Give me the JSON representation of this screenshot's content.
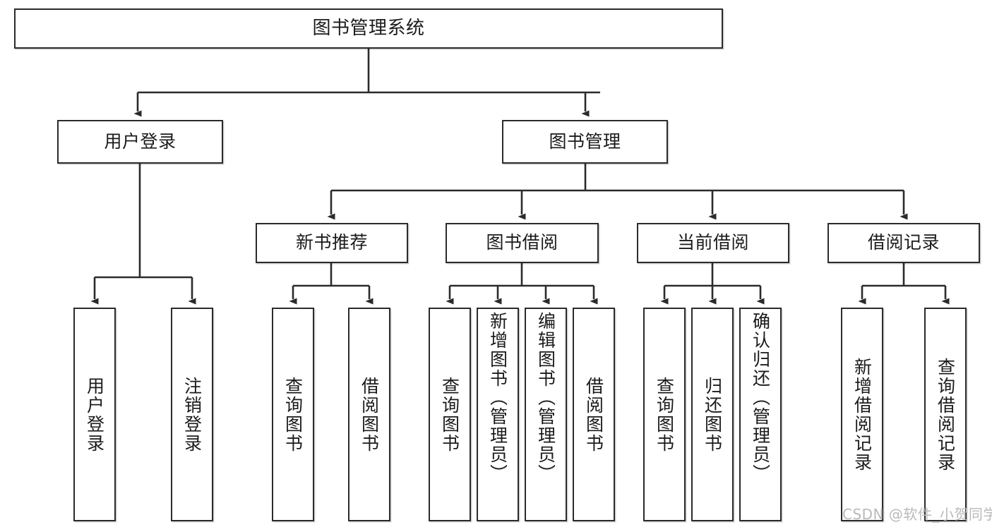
{
  "diagram": {
    "title": "图书管理系统",
    "type": "tree",
    "watermark": "CSDN @软件_小贺同学",
    "colors": {
      "box_border": "#2b2b2b",
      "box_fill": "#ffffff",
      "edge": "#2b2b2b",
      "text": "#1b1b1b",
      "watermark": "#b9b9b9",
      "background": "#ffffff"
    },
    "levels": {
      "root": "图书管理系统",
      "level2": [
        "用户登录",
        "图书管理"
      ],
      "level3": [
        "新书推荐",
        "图书借阅",
        "当前借阅",
        "借阅记录"
      ]
    },
    "nodes": {
      "root": {
        "label": "图书管理系统"
      },
      "user_login": {
        "label": "用户登录"
      },
      "book_manage": {
        "label": "图书管理"
      },
      "new_book_rec": {
        "label": "新书推荐"
      },
      "book_borrow": {
        "label": "图书借阅"
      },
      "current_borrow": {
        "label": "当前借阅"
      },
      "borrow_record": {
        "label": "借阅记录"
      },
      "leaf_user_login": {
        "label": "用户登录"
      },
      "leaf_logout": {
        "label": "注销登录"
      },
      "leaf_query_book_1": {
        "label": "查询图书"
      },
      "leaf_borrow_book_1": {
        "label": "借阅图书"
      },
      "leaf_query_book_2": {
        "label": "查询图书"
      },
      "leaf_add_book": {
        "label": "新增图书（管理员）"
      },
      "leaf_edit_book": {
        "label": "编辑图书（管理员）"
      },
      "leaf_borrow_book_2": {
        "label": "借阅图书"
      },
      "leaf_query_book_3": {
        "label": "查询图书"
      },
      "leaf_return_book": {
        "label": "归还图书"
      },
      "leaf_confirm_return": {
        "label": "确认归还（管理员）"
      },
      "leaf_add_record": {
        "label": "新增借阅记录"
      },
      "leaf_query_record": {
        "label": "查询借阅记录"
      }
    },
    "hierarchy": [
      {
        "label": "图书管理系统",
        "children": [
          {
            "label": "用户登录",
            "children": [
              {
                "label": "用户登录"
              },
              {
                "label": "注销登录"
              }
            ]
          },
          {
            "label": "图书管理",
            "children": [
              {
                "label": "新书推荐",
                "children": [
                  {
                    "label": "查询图书"
                  },
                  {
                    "label": "借阅图书"
                  }
                ]
              },
              {
                "label": "图书借阅",
                "children": [
                  {
                    "label": "查询图书"
                  },
                  {
                    "label": "新增图书（管理员）"
                  },
                  {
                    "label": "编辑图书（管理员）"
                  },
                  {
                    "label": "借阅图书"
                  }
                ]
              },
              {
                "label": "当前借阅",
                "children": [
                  {
                    "label": "查询图书"
                  },
                  {
                    "label": "归还图书"
                  },
                  {
                    "label": "确认归还（管理员）"
                  }
                ]
              },
              {
                "label": "借阅记录",
                "children": [
                  {
                    "label": "新增借阅记录"
                  },
                  {
                    "label": "查询借阅记录"
                  }
                ]
              }
            ]
          }
        ]
      }
    ]
  }
}
